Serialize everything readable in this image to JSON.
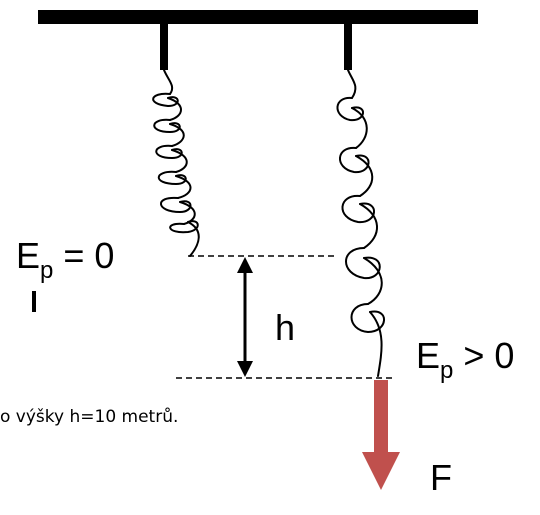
{
  "labels": {
    "ep_zero": {
      "main": "E",
      "sub": "p",
      "rest": " = 0"
    },
    "ep_positive": {
      "main": "E",
      "sub": "p",
      "rest": " > 0"
    },
    "height": "h",
    "force": "F"
  },
  "caption": "o výšky h=10 metrů.",
  "colors": {
    "line": "#000000",
    "force_arrow": "#c0504d"
  }
}
